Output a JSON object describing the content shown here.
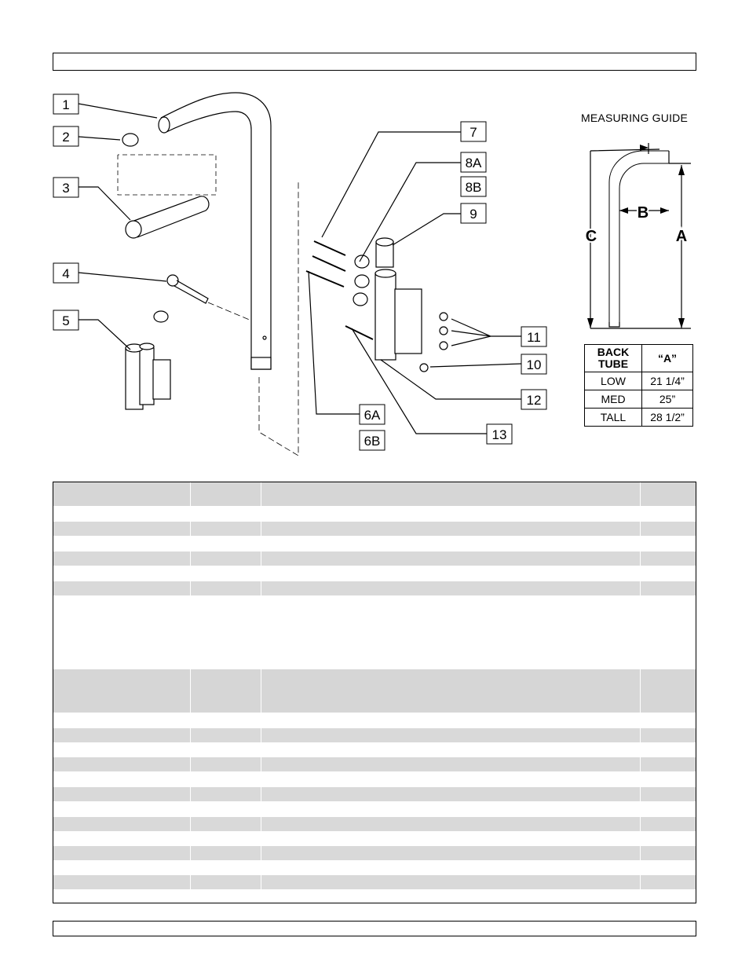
{
  "callouts": [
    {
      "id": "1",
      "label": "1"
    },
    {
      "id": "2",
      "label": "2"
    },
    {
      "id": "3",
      "label": "3"
    },
    {
      "id": "4",
      "label": "4"
    },
    {
      "id": "5",
      "label": "5"
    },
    {
      "id": "6a",
      "label": "6A"
    },
    {
      "id": "6b",
      "label": "6B"
    },
    {
      "id": "7",
      "label": "7"
    },
    {
      "id": "8a",
      "label": "8A"
    },
    {
      "id": "8b",
      "label": "8B"
    },
    {
      "id": "9",
      "label": "9"
    },
    {
      "id": "10",
      "label": "10"
    },
    {
      "id": "11",
      "label": "11"
    },
    {
      "id": "12",
      "label": "12"
    },
    {
      "id": "13",
      "label": "13"
    }
  ],
  "measuring_guide": {
    "title": "MEASURING GUIDE",
    "dim_a": "A",
    "dim_b": "B",
    "dim_c": "C"
  },
  "back_tube_table": {
    "headers": [
      "BACK TUBE",
      "“A”"
    ],
    "rows": [
      [
        "LOW",
        "21 1/4”"
      ],
      [
        "MED",
        "25”"
      ],
      [
        "TALL",
        "28 1/2”"
      ]
    ]
  },
  "colors": {
    "stripe": "#d9d9d9",
    "line": "#000000"
  }
}
